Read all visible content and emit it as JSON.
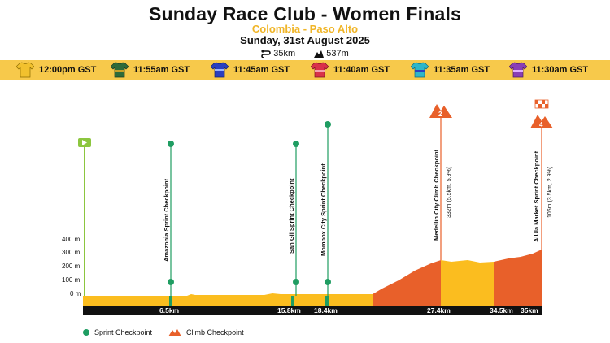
{
  "header": {
    "title": "Sunday Race Club - Women Finals",
    "subtitle": "Colombia - Paso Alto",
    "date": "Sunday, 31st August 2025",
    "distance": "35km",
    "elevation": "537m"
  },
  "jerseys": [
    {
      "time": "12:00pm GST",
      "color": "#f2c12e",
      "icon": "yellow-jersey-icon"
    },
    {
      "time": "11:55am GST",
      "color": "#2f6b3a",
      "icon": "green-jersey-icon"
    },
    {
      "time": "11:45am GST",
      "color": "#2a3fbf",
      "icon": "blue-jersey-icon"
    },
    {
      "time": "11:40am GST",
      "color": "#d9324a",
      "icon": "red-jersey-icon"
    },
    {
      "time": "11:35am GST",
      "color": "#2fb6c9",
      "icon": "cyan-jersey-icon"
    },
    {
      "time": "11:30am GST",
      "color": "#8a3fb5",
      "icon": "purple-jersey-icon"
    }
  ],
  "profile": {
    "y_ticks": [
      "400 m",
      "300 m",
      "200 m",
      "100 m",
      "0 m"
    ],
    "km_markers": [
      "6.5km",
      "15.8km",
      "18.4km",
      "27.4km",
      "34.5km",
      "35km"
    ],
    "sprint_checkpoints": [
      {
        "name": "Amazonia Sprint Checkpoint",
        "km": 6.5
      },
      {
        "name": "San Gil  Sprint Checkpoint",
        "km": 15.8
      },
      {
        "name": "Mompox City   Sprint Checkpoint",
        "km": 18.4
      }
    ],
    "climb_checkpoints": [
      {
        "name": "Medellin City Climb Checkpoint",
        "detail": "332m (5.5km, 5.9%)",
        "number": "2",
        "km": 27.4
      },
      {
        "name": "AlUla Market  Sprint Checkpoint",
        "detail": "105m (3.5km, 2.9%)",
        "number": "4",
        "km": 35
      }
    ],
    "colors": {
      "flat": "#fbbd1f",
      "climb": "#e8602a",
      "sprint": "#1f9d62",
      "start": "#8cc63f"
    }
  },
  "legend": {
    "sprint": "Sprint Checkpoint",
    "climb": "Climb Checkpoint"
  }
}
